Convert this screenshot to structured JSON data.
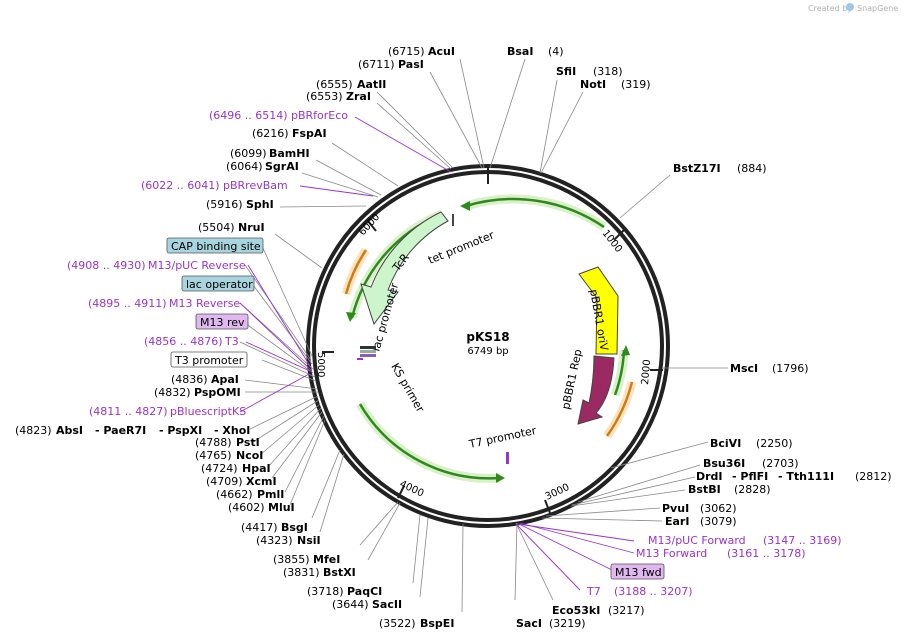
{
  "credit": {
    "prefix": "Created by",
    "brand": "SnapGene"
  },
  "plasmid": {
    "name": "pKS18",
    "size": "6749 bp"
  },
  "ticks": [
    "1000",
    "2000",
    "3000",
    "4000",
    "5000",
    "6000"
  ],
  "features": {
    "tet_promoter": "tet promoter",
    "tcr": "TcR",
    "lac_promoter": "lac promoter",
    "ks_primer": "KS primer",
    "t7_promoter": "T7 promoter",
    "pbbr1_oriv": "pBBR1 oriV",
    "pbbr1_rep": "pBBR1 Rep"
  },
  "sites": {
    "acui": {
      "pos": "(6715)",
      "name": "AcuI"
    },
    "pasi": {
      "pos": "(6711)",
      "name": "PasI"
    },
    "bsai": {
      "name": "BsaI",
      "pos": "(4)"
    },
    "sfii": {
      "name": "SfiI",
      "pos": "(318)"
    },
    "noti": {
      "name": "NotI",
      "pos": "(319)"
    },
    "aatii": {
      "pos": "(6555)",
      "name": "AatII"
    },
    "zrai": {
      "pos": "(6553)",
      "name": "ZraI"
    },
    "pbrforeco": {
      "pos": "(6496 .. 6514)",
      "name": "pBRforEco"
    },
    "fspai": {
      "pos": "(6216)",
      "name": "FspAI"
    },
    "bamhi": {
      "pos": "(6099)",
      "name": "BamHI"
    },
    "sgrai": {
      "pos": "(6064)",
      "name": "SgrAI"
    },
    "pbrrevbam": {
      "pos": "(6022 .. 6041)",
      "name": "pBRrevBam"
    },
    "sphi": {
      "pos": "(5916)",
      "name": "SphI"
    },
    "nrui": {
      "pos": "(5504)",
      "name": "NruI"
    },
    "cap": {
      "name": "CAP binding site"
    },
    "m13puc_rev": {
      "pos": "(4908 .. 4930)",
      "name": "M13/pUC Reverse"
    },
    "lacop": {
      "name": "lac operator"
    },
    "m13_reverse": {
      "pos": "(4895 .. 4911)",
      "name": "M13 Reverse"
    },
    "m13rev": {
      "name": "M13 rev"
    },
    "t3": {
      "pos": "(4856 .. 4876)",
      "name": "T3"
    },
    "t3prom": {
      "name": "T3 promoter"
    },
    "apai": {
      "pos": "(4836)",
      "name": "ApaI"
    },
    "pspomi": {
      "pos": "(4832)",
      "name": "PspOMI"
    },
    "pbluescriptks": {
      "pos": "(4811 .. 4827)",
      "name": "pBluescriptKS"
    },
    "absi_line": {
      "pos": "(4823)",
      "n1": "AbsI",
      "n2": "- PaeR7I",
      "n3": "- PspXI",
      "n4": "- XhoI"
    },
    "psti": {
      "pos": "(4788)",
      "name": "PstI"
    },
    "ncoi": {
      "pos": "(4765)",
      "name": "NcoI"
    },
    "hpai": {
      "pos": "(4724)",
      "name": "HpaI"
    },
    "xcmi": {
      "pos": "(4709)",
      "name": "XcmI"
    },
    "pmli": {
      "pos": "(4662)",
      "name": "PmlI"
    },
    "mlui": {
      "pos": "(4602)",
      "name": "MluI"
    },
    "bsgi": {
      "pos": "(4417)",
      "name": "BsgI"
    },
    "nsii": {
      "pos": "(4323)",
      "name": "NsiI"
    },
    "mfei": {
      "pos": "(3855)",
      "name": "MfeI"
    },
    "bstxi": {
      "pos": "(3831)",
      "name": "BstXI"
    },
    "paqci": {
      "pos": "(3718)",
      "name": "PaqCI"
    },
    "sacii": {
      "pos": "(3644)",
      "name": "SacII"
    },
    "bspei": {
      "pos": "(3522)",
      "name": "BspEI"
    },
    "saci": {
      "name": "SacI",
      "pos": "(3219)"
    },
    "eco53ki": {
      "name": "Eco53kI",
      "pos": "(3217)"
    },
    "bstz17i": {
      "name": "BstZ17I",
      "pos": "(884)"
    },
    "msci": {
      "name": "MscI",
      "pos": "(1796)"
    },
    "bcivi": {
      "name": "BciVI",
      "pos": "(2250)"
    },
    "bsu36i": {
      "name": "Bsu36I",
      "pos": "(2703)"
    },
    "drdi_line": {
      "n1": "DrdI",
      "n2": "- PflFI",
      "n3": "- Tth111I",
      "pos": "(2812)"
    },
    "bstbi": {
      "name": "BstBI",
      "pos": "(2828)"
    },
    "pvui": {
      "name": "PvuI",
      "pos": "(3062)"
    },
    "eari": {
      "name": "EarI",
      "pos": "(3079)"
    },
    "m13puc_fwd": {
      "name": "M13/pUC Forward",
      "pos": "(3147 .. 3169)"
    },
    "m13_forward": {
      "name": "M13 Forward",
      "pos": "(3161 .. 3178)"
    },
    "m13fwd": {
      "name": "M13 fwd"
    },
    "t7": {
      "name": "T7",
      "pos": "(3188 .. 3207)"
    }
  }
}
